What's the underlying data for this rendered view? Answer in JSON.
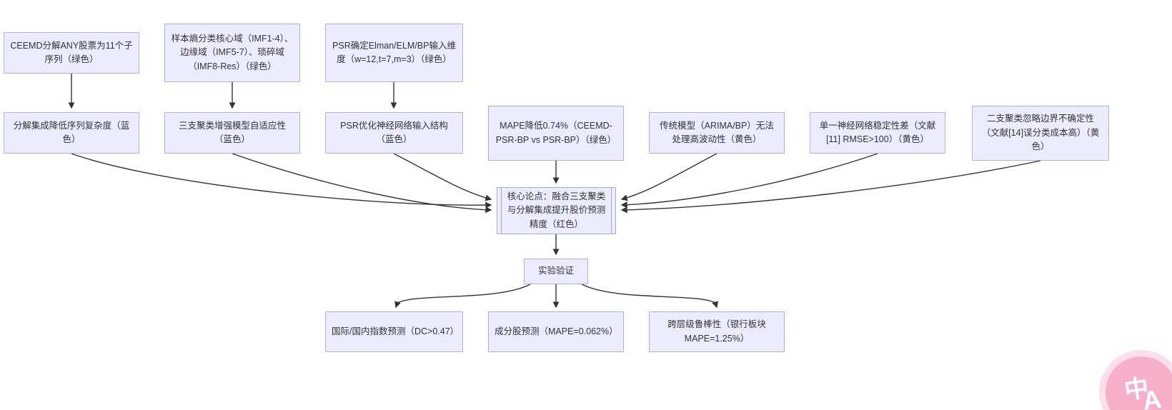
{
  "nodes": {
    "ceemd": {
      "label": "CEEMD分解ANY股票为11个子序列（绿色）"
    },
    "sample_entropy": {
      "label": "样本熵分类核心域（IMF1-4）、边缘域（IMF5-7）、琐碎域（IMF8-Res）（绿色）"
    },
    "psr_input": {
      "label": "PSR确定Elman/ELM/BP输入维度（w=12,t=7,m=3）（绿色）"
    },
    "decomposition": {
      "label": "分解集成降低序列复杂度（蓝色）"
    },
    "three_way": {
      "label": "三支聚类增强模型自适应性（蓝色）"
    },
    "psr_opt": {
      "label": "PSR优化神经网络输入结构（蓝色）"
    },
    "mape_improve": {
      "label": "MAPE降低0.74%（CEEMD-PSR-BP vs PSR-BP）（绿色）"
    },
    "traditional": {
      "label": "传统模型（ARIMA/BP）无法处理高波动性（黄色）"
    },
    "single_nn": {
      "label": "单一神经网络稳定性差（文献[11] RMSE>100）（黄色）"
    },
    "two_way": {
      "label": "二支聚类忽略边界不确定性（文献[14]误分类成本高）（黄色）"
    },
    "core": {
      "label": "核心论点：融合三支聚类与分解集成提升股价预测精度（红色）"
    },
    "experiment": {
      "label": "实验验证"
    },
    "index_pred": {
      "label": "国际/国内指数预测（DC>0.47）"
    },
    "constituent": {
      "label": "成分股预测（MAPE=0.062%）"
    },
    "robustness": {
      "label": "跨层级鲁棒性（银行板块 MAPE=1.25%）"
    }
  },
  "colors": {
    "node_fill": "#ECECFF",
    "node_border": "#b0b0da",
    "edge": "#333333",
    "badge_pink": "#f7b0ca"
  },
  "badge": {
    "char_top": "中",
    "char_bottom": "A"
  }
}
